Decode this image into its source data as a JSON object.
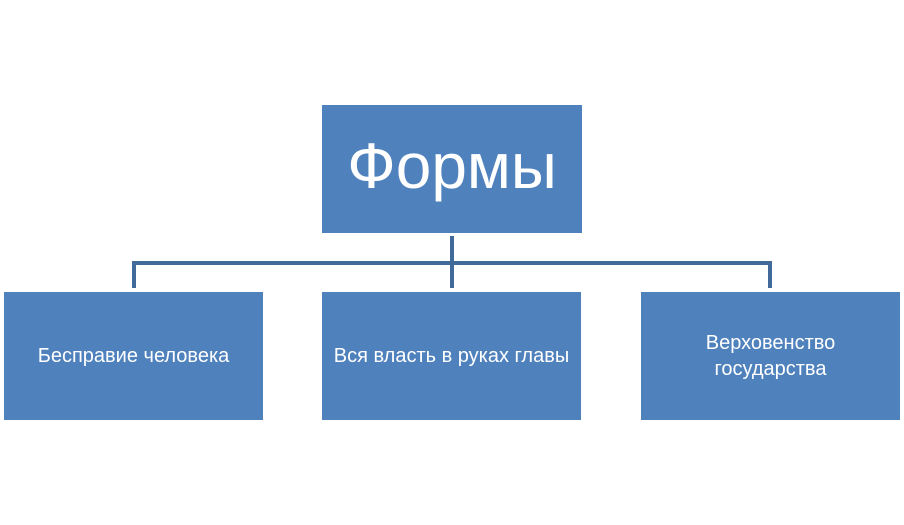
{
  "diagram": {
    "root": {
      "label": "Формы"
    },
    "children": [
      {
        "label": "Бесправие человека"
      },
      {
        "label": "Вся власть в руках главы"
      },
      {
        "label": "Верховенство\nгосударства"
      }
    ]
  },
  "colors": {
    "box_fill": "#4f81bd",
    "connector": "#3f6a9a",
    "text": "#ffffff"
  }
}
